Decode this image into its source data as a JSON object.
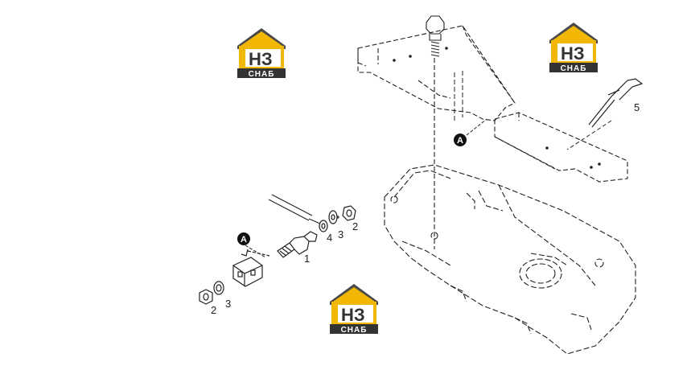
{
  "callouts": {
    "p1": "1",
    "p2_right": "2",
    "p2_left": "2",
    "p3_right": "3",
    "p3_left": "3",
    "p4": "4",
    "p5": "5"
  },
  "refs": {
    "a_upper": "A",
    "a_lower": "A"
  },
  "watermark": {
    "mark": "НЗ",
    "caption": "СНАБ",
    "colors": {
      "gold": "#f2b705",
      "dark": "#4a4a4a",
      "white": "#ffffff"
    }
  }
}
